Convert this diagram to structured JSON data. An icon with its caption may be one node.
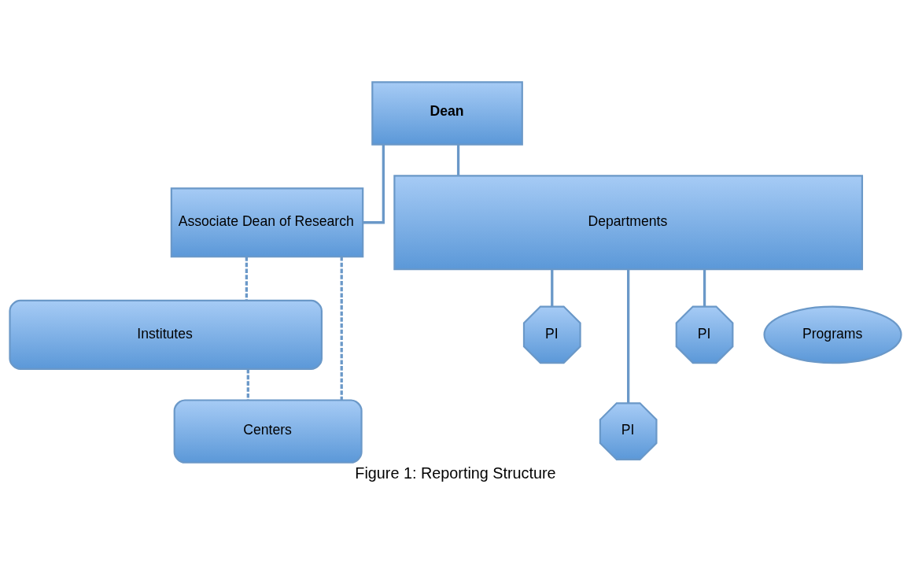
{
  "diagram": {
    "caption": "Figure 1: Reporting Structure",
    "nodes": [
      {
        "text": [
          "Dean"
        ]
      },
      {
        "text": [
          "Associate Dean of Research"
        ]
      },
      {
        "text": [
          "Departments"
        ]
      },
      {
        "text": [
          "Institutes"
        ]
      },
      {
        "text": [
          "PI"
        ]
      },
      {
        "text": [
          "Centers"
        ]
      },
      {
        "text": [
          "PI"
        ]
      },
      {
        "text": [
          "Programs"
        ]
      },
      {
        "text": [
          "PI"
        ]
      }
    ],
    "edges": [
      {
        "from": 0,
        "to": 1,
        "arrow": "none"
      },
      {
        "from": 0,
        "to": 2,
        "arrow": "none"
      },
      {
        "from": 2,
        "to": 4,
        "arrow": "none"
      },
      {
        "from": 2,
        "to": 6,
        "arrow": "none"
      },
      {
        "from": 2,
        "to": 8,
        "arrow": "none"
      },
      {
        "from": 1,
        "to": 3,
        "arrow": "none",
        "style": "dashed"
      },
      {
        "from": 1,
        "to": 5,
        "arrow": "none",
        "style": "dashed"
      },
      {
        "from": 3,
        "to": 5,
        "arrow": "none",
        "style": "dashed"
      }
    ]
  }
}
